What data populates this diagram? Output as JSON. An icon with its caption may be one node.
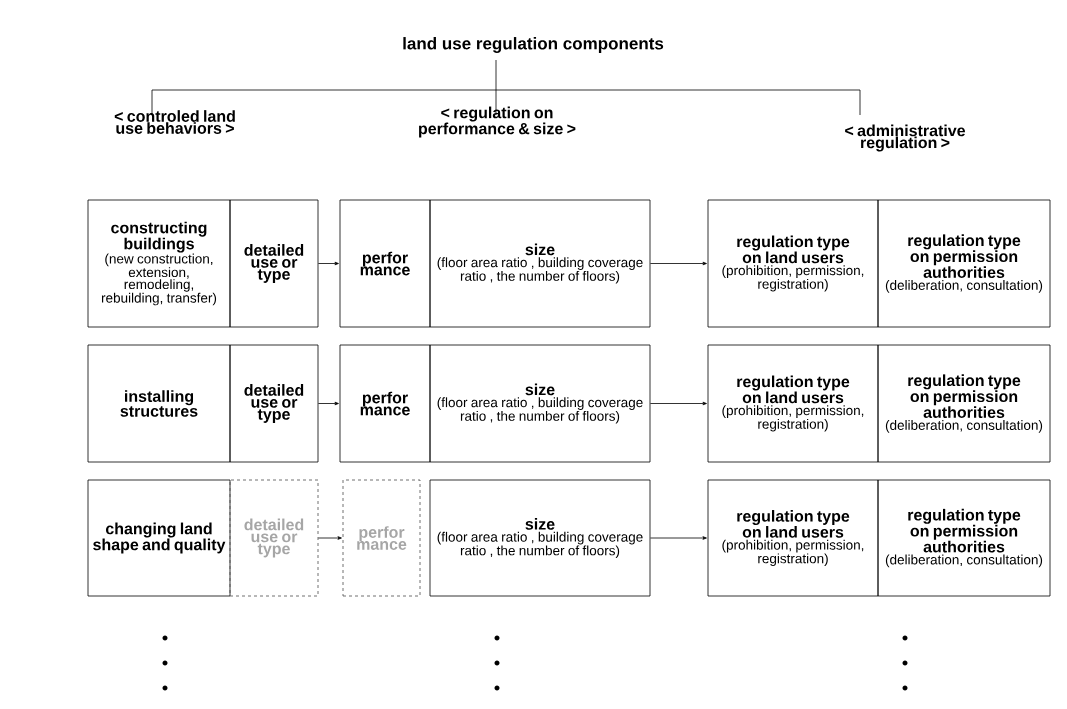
{
  "diagram": {
    "title": "land use regulation components",
    "nodes": [
      {
        "text": [
          "constructing buildings",
          "(new construction, extension, remodeling, rebuilding, transfer)"
        ]
      },
      {
        "text": [
          "detailed use or type"
        ]
      },
      {
        "text": [
          "perfor mance"
        ]
      },
      {
        "text": [
          "size",
          "(floor area ratio , building coverage ratio , the number of floors)"
        ]
      },
      {
        "text": [
          "regulation type on land users",
          "(prohibition, permission, registration)"
        ]
      },
      {
        "text": [
          "regulation type on permission authorities",
          "(deliberation, consultation)"
        ]
      },
      {
        "text": [
          "installing structures"
        ]
      },
      {
        "text": [
          "detailed use or type"
        ]
      },
      {
        "text": [
          "perfor mance"
        ]
      },
      {
        "text": [
          "size",
          "(floor area ratio , building coverage ratio , the number of floors)"
        ]
      },
      {
        "text": [
          "regulation type on land users",
          "(prohibition, permission, registration)"
        ]
      },
      {
        "text": [
          "regulation type on permission authorities",
          "(deliberation, consultation)"
        ]
      },
      {
        "text": [
          "changing land shape and quality"
        ]
      },
      {
        "text": [
          "detailed use or type"
        ]
      },
      {
        "text": [
          "perfor mance"
        ]
      },
      {
        "text": [
          "size",
          "(floor area ratio , building coverage ratio , the number of floors)"
        ]
      },
      {
        "text": [
          "regulation type on land users",
          "(prohibition, permission, registration)"
        ]
      },
      {
        "text": [
          "regulation type on permission authorities",
          "(deliberation, consultation)"
        ]
      }
    ],
    "edges": [
      {
        "from": 1,
        "to": 2,
        "arrow": "to"
      },
      {
        "from": 3,
        "to": 4,
        "arrow": "to"
      },
      {
        "from": 7,
        "to": 8,
        "arrow": "to"
      },
      {
        "from": 9,
        "to": 10,
        "arrow": "to"
      },
      {
        "from": 13,
        "to": 14,
        "arrow": "to"
      },
      {
        "from": 15,
        "to": 16,
        "arrow": "to"
      }
    ],
    "labels": [
      "< controled land use behaviors >",
      "< regulation on performance & size >",
      "< administrative regulation >"
    ]
  }
}
